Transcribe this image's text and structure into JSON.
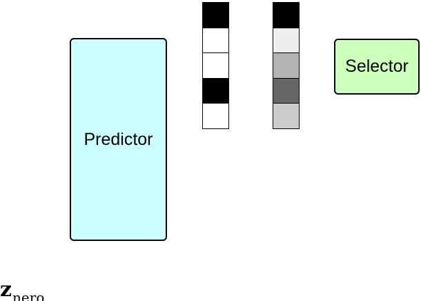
{
  "predictor": {
    "label": "Predictor",
    "color": "#ccffff"
  },
  "selector": {
    "label": "Selector",
    "color": "#ccffbb"
  },
  "binary_mask": {
    "cells": [
      "#000000",
      "#ffffff",
      "#ffffff",
      "#000000",
      "#ffffff"
    ]
  },
  "soft_mask": {
    "cells": [
      "#000000",
      "#eeeeee",
      "#b3b3b3",
      "#666666",
      "#cccccc"
    ]
  },
  "z_label": {
    "main": "z",
    "subscript": "nero"
  }
}
